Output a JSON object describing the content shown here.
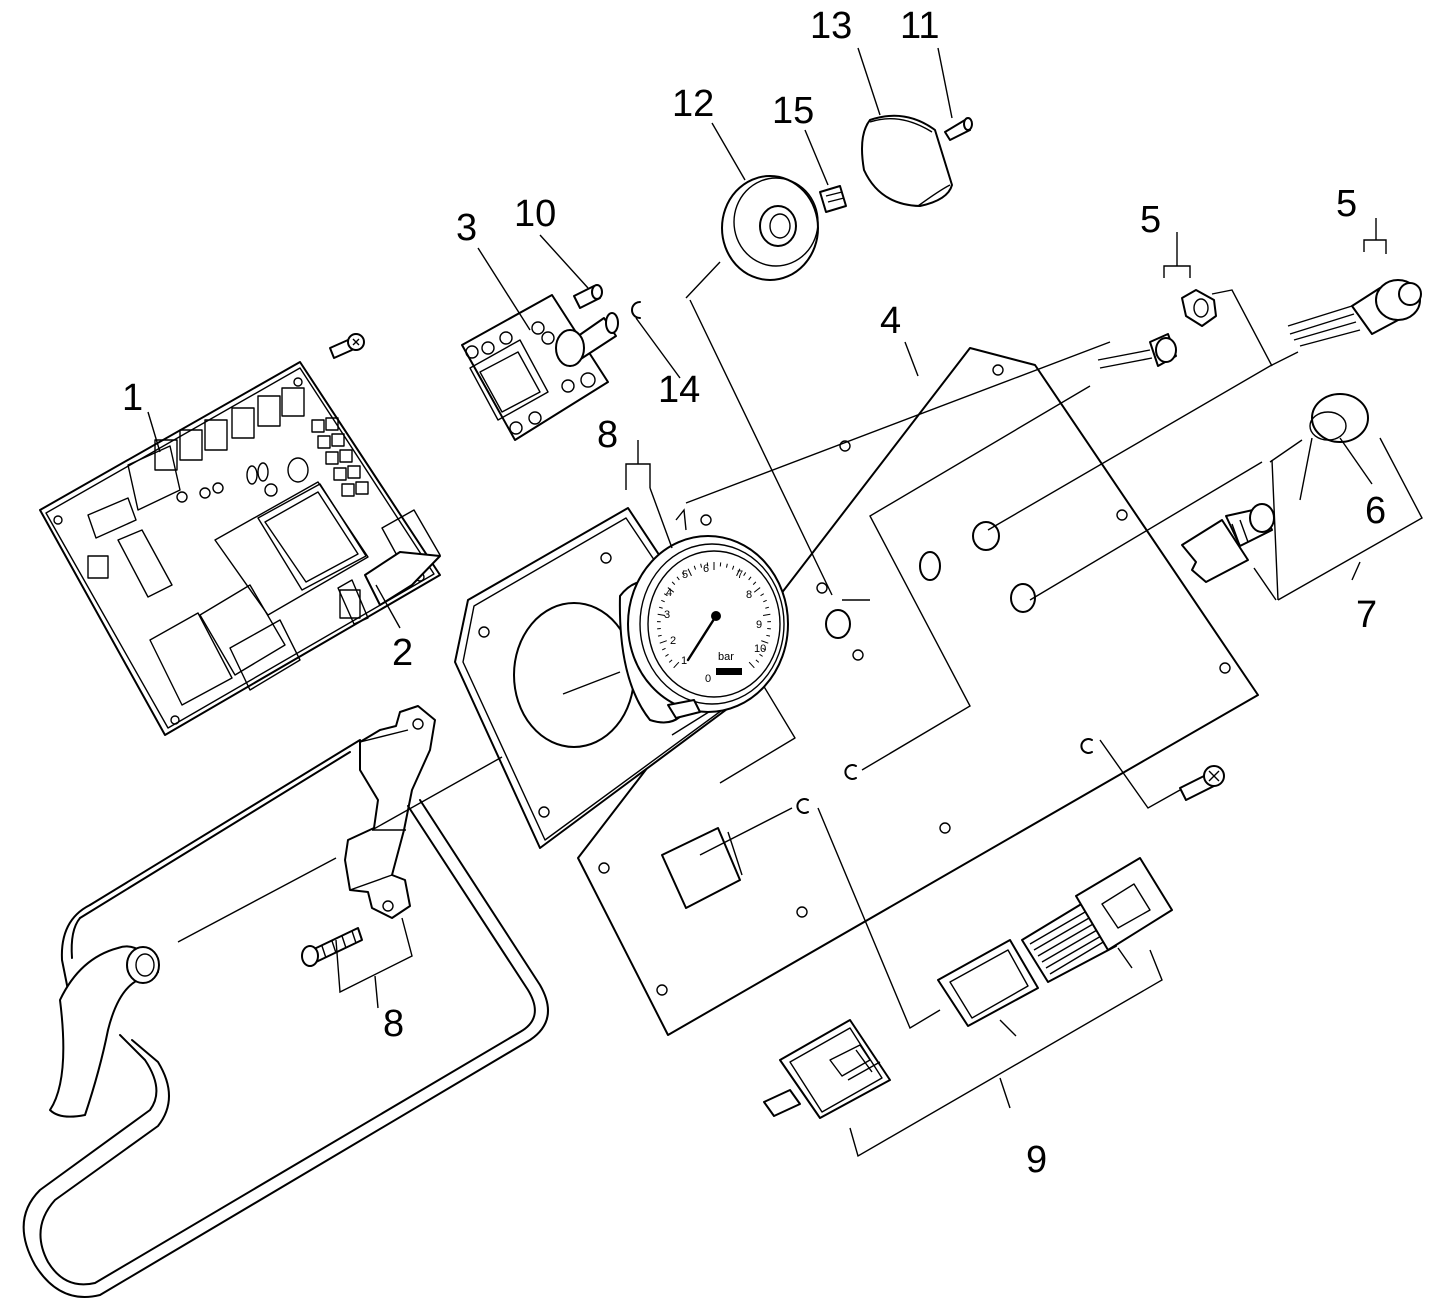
{
  "diagram": {
    "callouts": [
      {
        "id": "c1",
        "text": "1"
      },
      {
        "id": "c2",
        "text": "2"
      },
      {
        "id": "c3",
        "text": "3"
      },
      {
        "id": "c4",
        "text": "4"
      },
      {
        "id": "c5a",
        "text": "5"
      },
      {
        "id": "c5b",
        "text": "5"
      },
      {
        "id": "c6",
        "text": "6"
      },
      {
        "id": "c7",
        "text": "7"
      },
      {
        "id": "c8a",
        "text": "8"
      },
      {
        "id": "c8b",
        "text": "8"
      },
      {
        "id": "c9",
        "text": "9"
      },
      {
        "id": "c10",
        "text": "10"
      },
      {
        "id": "c11",
        "text": "11"
      },
      {
        "id": "c12",
        "text": "12"
      },
      {
        "id": "c13",
        "text": "13"
      },
      {
        "id": "c14",
        "text": "14"
      },
      {
        "id": "c15",
        "text": "15"
      }
    ],
    "gauge": {
      "unit": "bar",
      "scale": [
        "0",
        "1",
        "2",
        "3",
        "4",
        "5",
        "6",
        "7",
        "8",
        "9",
        "10"
      ]
    }
  }
}
